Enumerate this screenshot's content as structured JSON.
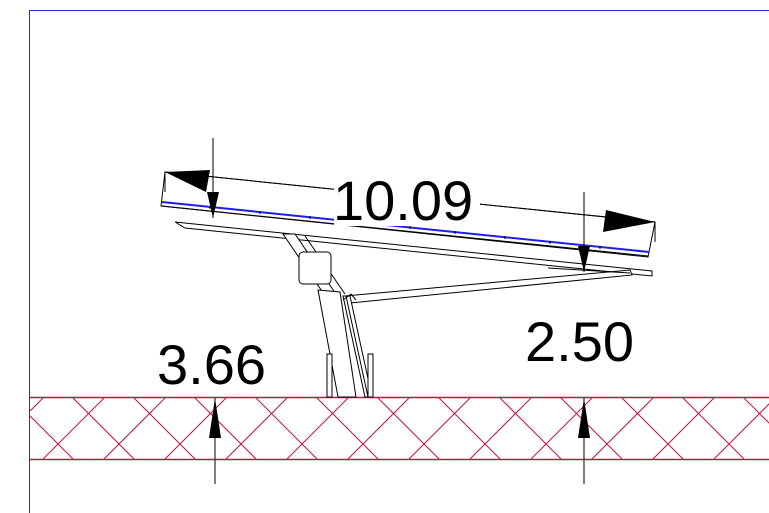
{
  "dimensions": {
    "panel_length": "10.09",
    "high_side_height": "3.66",
    "low_side_height": "2.50"
  },
  "colors": {
    "frame_line": "#2a2ae0",
    "ground_hatch": "#c0143c",
    "panel_accent": "#1e1ee6",
    "structure": "#000000"
  }
}
